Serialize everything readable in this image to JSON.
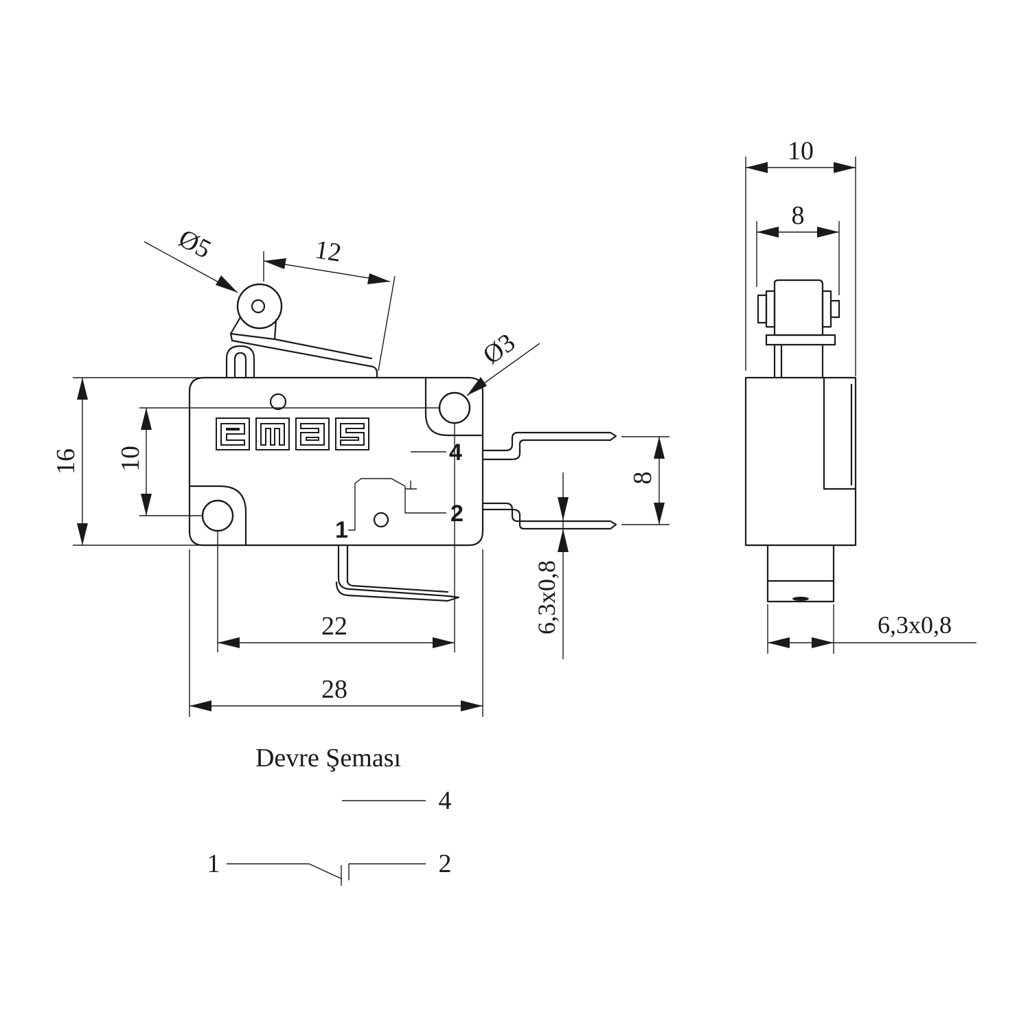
{
  "diagram": {
    "front_view": {
      "brand": "emas",
      "dims": {
        "roller_diameter": "Ø5",
        "lever_offset": "12",
        "hole_diameter": "Ø3",
        "body_height": "16",
        "hole_spacing_vertical": "10",
        "terminal_spacing": "8",
        "terminal_size": "6,3x0,8",
        "hole_spacing_horizontal": "22",
        "body_length": "28"
      },
      "pin_labels": {
        "pin1": "1",
        "pin2": "2",
        "pin4": "4"
      }
    },
    "side_view": {
      "dims": {
        "overall_width": "10",
        "roller_width": "8",
        "terminal_size": "6,3x0,8"
      }
    },
    "schematic": {
      "title": "Devre Şeması",
      "labels": {
        "nc": "4",
        "com": "1",
        "no": "2"
      }
    }
  }
}
